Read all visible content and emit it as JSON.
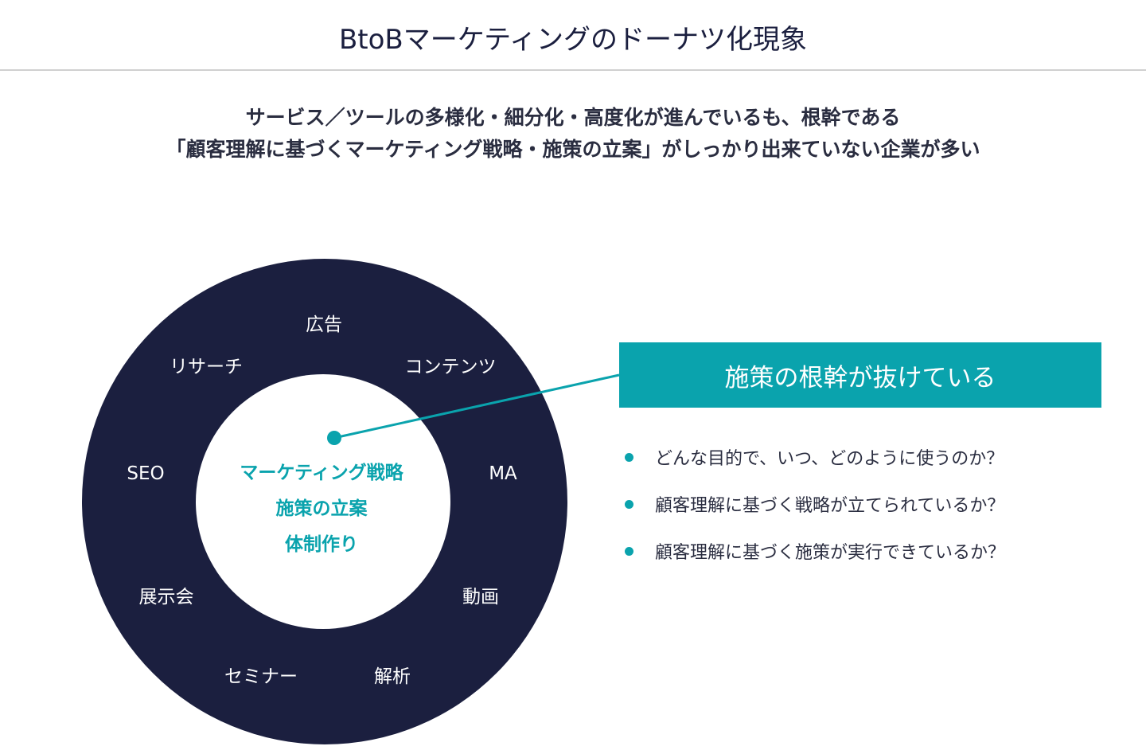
{
  "title": "BtoBマーケティングのドーナツ化現象",
  "subtitle": [
    "サービス／ツールの多様化・細分化・高度化が進んでいるも、根幹である",
    "「顧客理解に基づくマーケティング戦略・施策の立案」がしっかり出来ていない企業が多い"
  ],
  "donut": {
    "segments": [
      "広告",
      "コンテンツ",
      "MA",
      "動画",
      "解析",
      "セミナー",
      "展示会",
      "SEO",
      "リサーチ"
    ],
    "core": [
      "マーケティング戦略",
      "施策の立案",
      "体制作り"
    ]
  },
  "callout": "施策の根幹が抜けている",
  "questions": [
    "どんな目的で、いつ、どのように使うのか？",
    "顧客理解に基づく戦略が立てられているか？",
    "顧客理解に基づく施策が実行できているか？"
  ],
  "colors": {
    "navy": "#1b1f3f",
    "teal": "#0aa3ad"
  }
}
